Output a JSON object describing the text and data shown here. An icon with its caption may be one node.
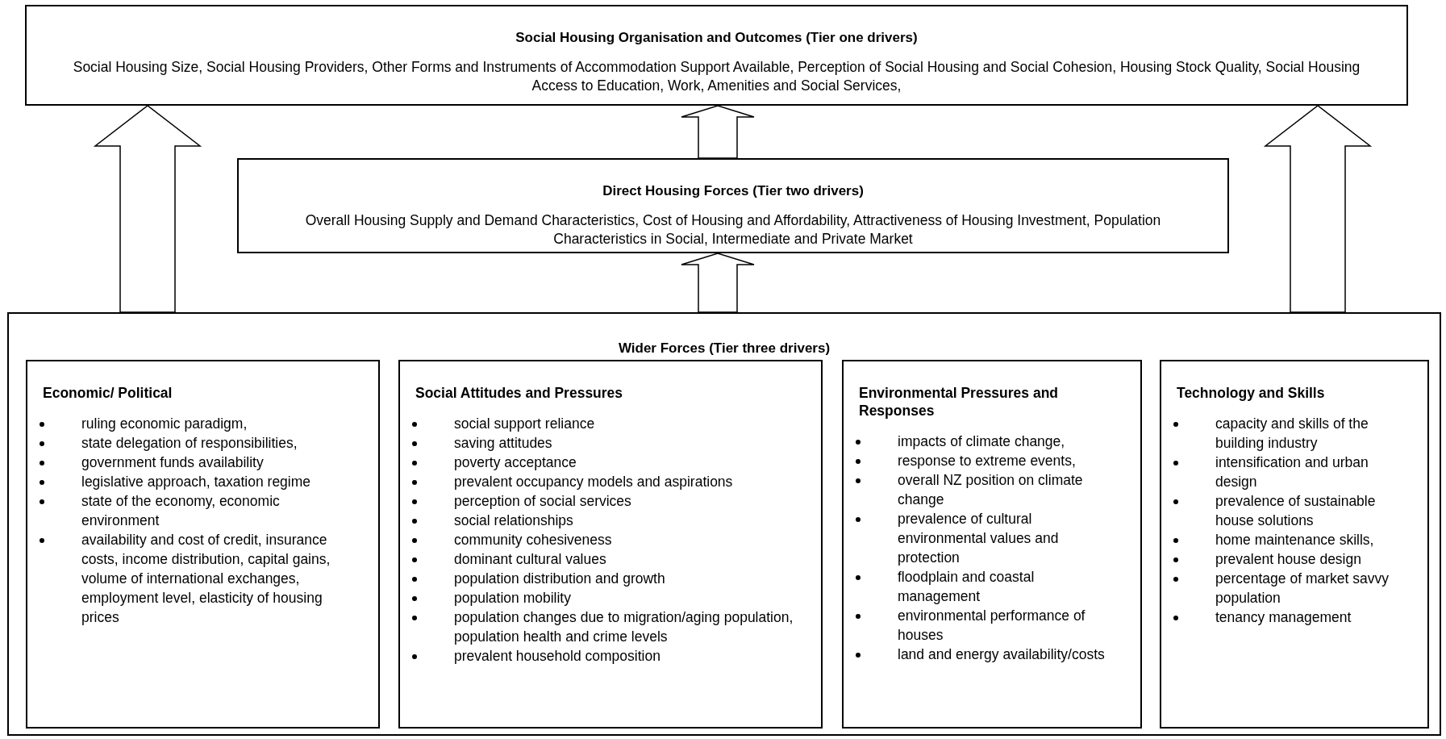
{
  "diagram": {
    "nodes": [
      {
        "text": [
          "Social Housing Organisation and Outcomes (Tier one drivers)",
          "Social Housing Size, Social Housing Providers, Other Forms and Instruments of Accommodation Support Available, Perception of Social Housing and Social Cohesion, Housing Stock Quality, Social Housing Access to Education, Work, Amenities and Social Services,"
        ]
      },
      {
        "text": [
          "Direct Housing Forces (Tier two drivers)",
          "Overall Housing Supply and Demand Characteristics, Cost of Housing and Affordability, Attractiveness of Housing Investment, Population Characteristics in Social, Intermediate and Private Market"
        ]
      },
      {
        "text": [
          "Wider Forces (Tier three drivers)"
        ]
      },
      {
        "text": [
          "Economic/ Political",
          "ruling economic paradigm,",
          "state delegation of responsibilities,",
          "government funds availability",
          "legislative approach, taxation regime",
          "state of the economy, economic environment",
          "availability and cost of credit, insurance costs, income distribution, capital gains, volume of international exchanges, employment level, elasticity of housing prices"
        ],
        "in": 2
      },
      {
        "text": [
          "Social Attitudes and Pressures",
          "social support reliance",
          "saving attitudes",
          "poverty acceptance",
          "prevalent occupancy models and aspirations",
          "perception of social services",
          "social relationships",
          "community cohesiveness",
          "dominant cultural values",
          "population distribution and growth",
          "population mobility",
          "population changes due to migration/aging population, population health and crime levels",
          "prevalent household composition"
        ],
        "in": 2
      },
      {
        "text": [
          "Environmental Pressures and Responses",
          "impacts of climate change,",
          "response to extreme events,",
          "overall NZ position on climate change",
          "prevalence of cultural environmental values and protection",
          "floodplain and coastal management",
          "environmental performance of houses",
          "land and energy availability/costs"
        ],
        "in": 2
      },
      {
        "text": [
          "Technology and Skills",
          "capacity and skills of the building industry",
          "intensification and urban design",
          "prevalence of sustainable house solutions",
          "home maintenance skills,",
          "prevalent house design",
          "percentage of market savvy population",
          "tenancy management"
        ],
        "in": 2
      }
    ],
    "edges": [
      {
        "from": 2,
        "to": 0,
        "arrow": "to"
      },
      {
        "from": 2,
        "to": 0,
        "arrow": "to"
      },
      {
        "from": 1,
        "to": 0,
        "arrow": "to"
      },
      {
        "from": 2,
        "to": 1,
        "arrow": "to"
      }
    ]
  }
}
